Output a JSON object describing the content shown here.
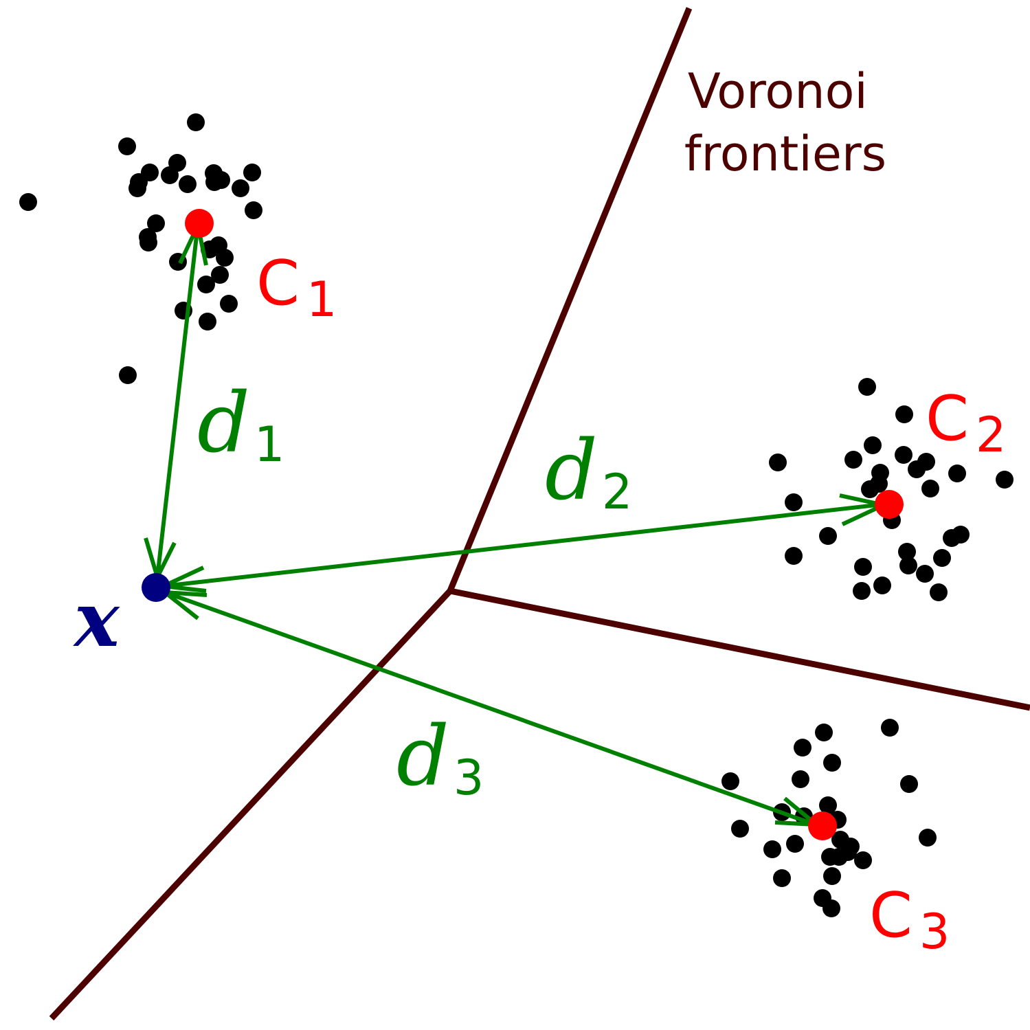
{
  "colors": {
    "frontier": "#4d0000",
    "centroid": "#ff0000",
    "point": "#000000",
    "query": "#000080",
    "distance": "#008000"
  },
  "frontier_label": {
    "line1": "Voronoi",
    "line2": "frontiers"
  },
  "query_point": {
    "label": "x"
  },
  "centroids": [
    {
      "name": "C",
      "subscript": "1"
    },
    {
      "name": "C",
      "subscript": "2"
    },
    {
      "name": "C",
      "subscript": "3"
    }
  ],
  "distances": [
    {
      "name": "d",
      "subscript": "1"
    },
    {
      "name": "d",
      "subscript": "2"
    },
    {
      "name": "d",
      "subscript": "3"
    }
  ]
}
